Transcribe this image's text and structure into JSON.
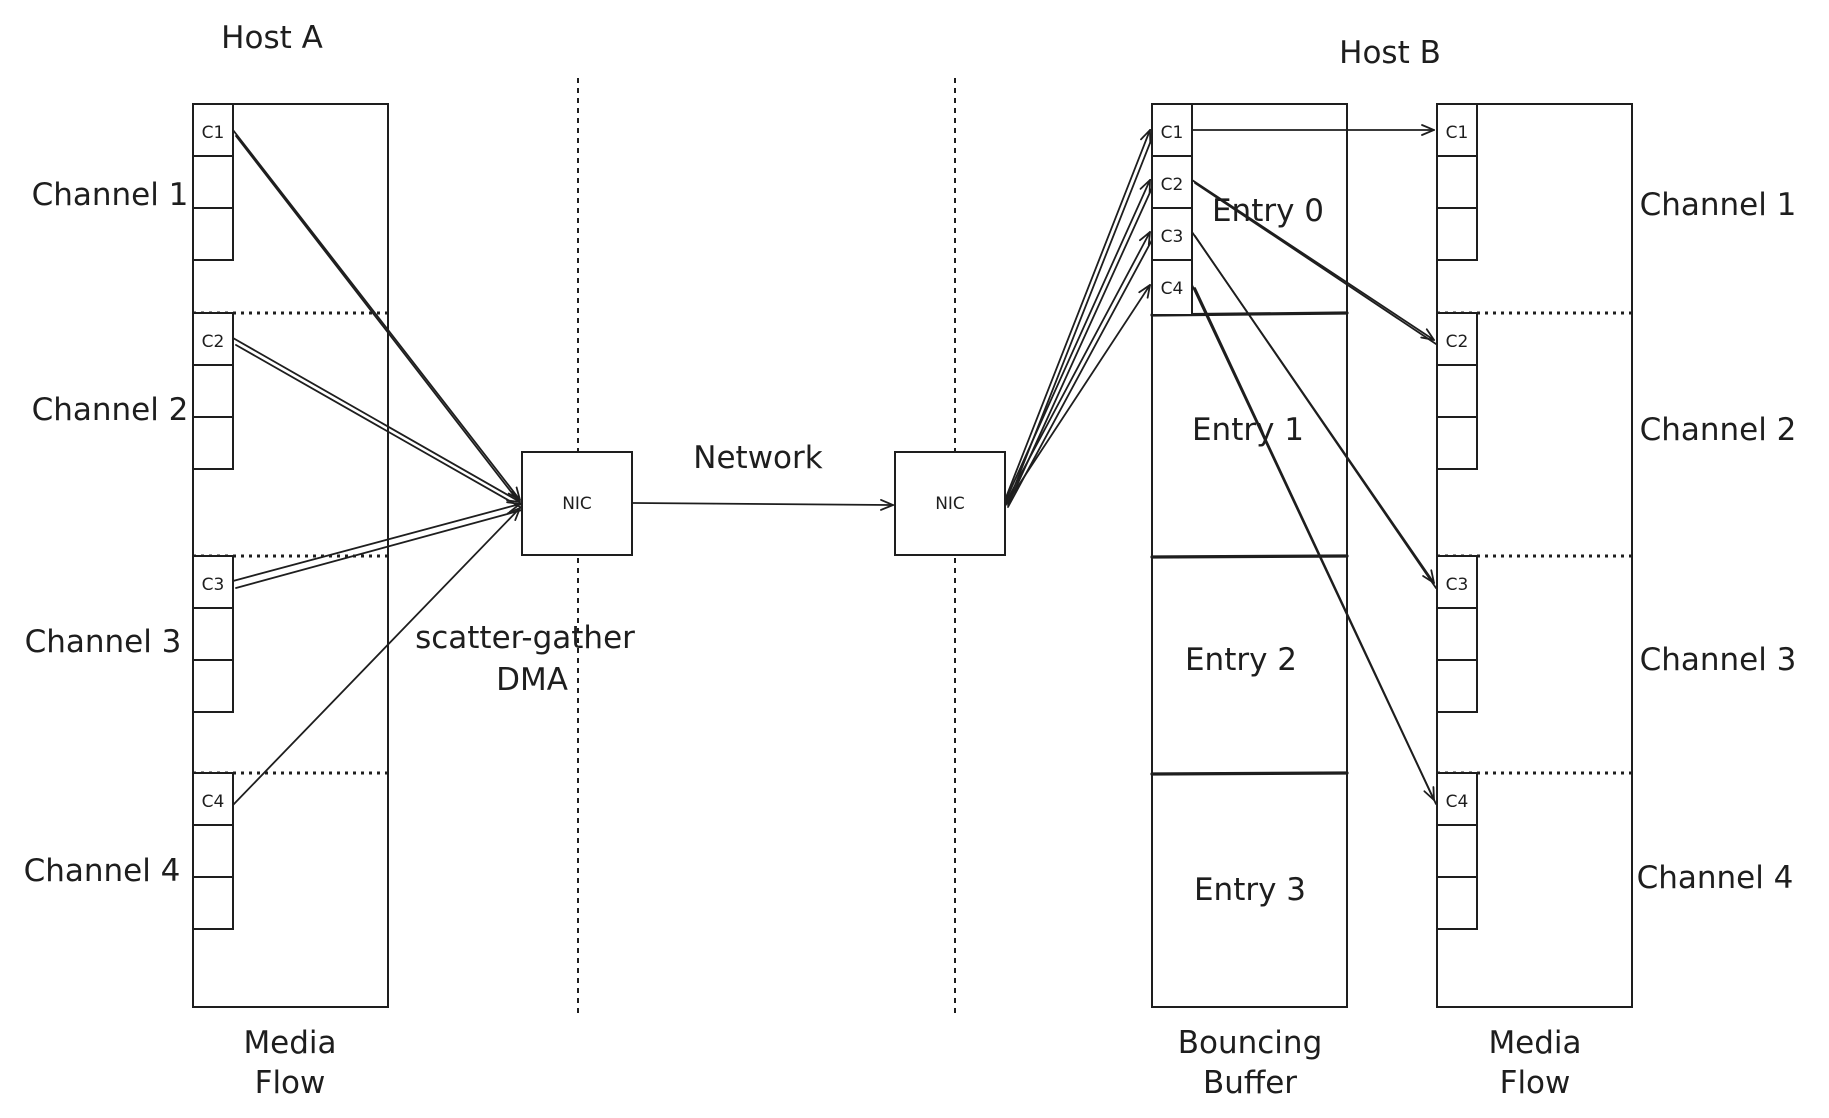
{
  "hostA": {
    "title": "Host A",
    "channels": [
      "Channel 1",
      "Channel 2",
      "Channel 3",
      "Channel 4"
    ],
    "chips": [
      "C1",
      "C2",
      "C3",
      "C4"
    ],
    "flow_label_1": "Media",
    "flow_label_2": "Flow"
  },
  "hostB": {
    "title": "Host B",
    "channels": [
      "Channel 1",
      "Channel 2",
      "Channel 3",
      "Channel 4"
    ],
    "chips": [
      "C1",
      "C2",
      "C3",
      "C4"
    ],
    "buffer_chips": [
      "C1",
      "C2",
      "C3",
      "C4"
    ],
    "entries": [
      "Entry 0",
      "Entry 1",
      "Entry 2",
      "Entry 3"
    ],
    "buffer_label_1": "Bouncing",
    "buffer_label_2": "Buffer",
    "flow_label_1": "Media",
    "flow_label_2": "Flow"
  },
  "network": {
    "label": "Network",
    "nic_left": "NIC",
    "nic_right": "NIC",
    "dma_label_1": "scatter-gather",
    "dma_label_2": "DMA"
  }
}
